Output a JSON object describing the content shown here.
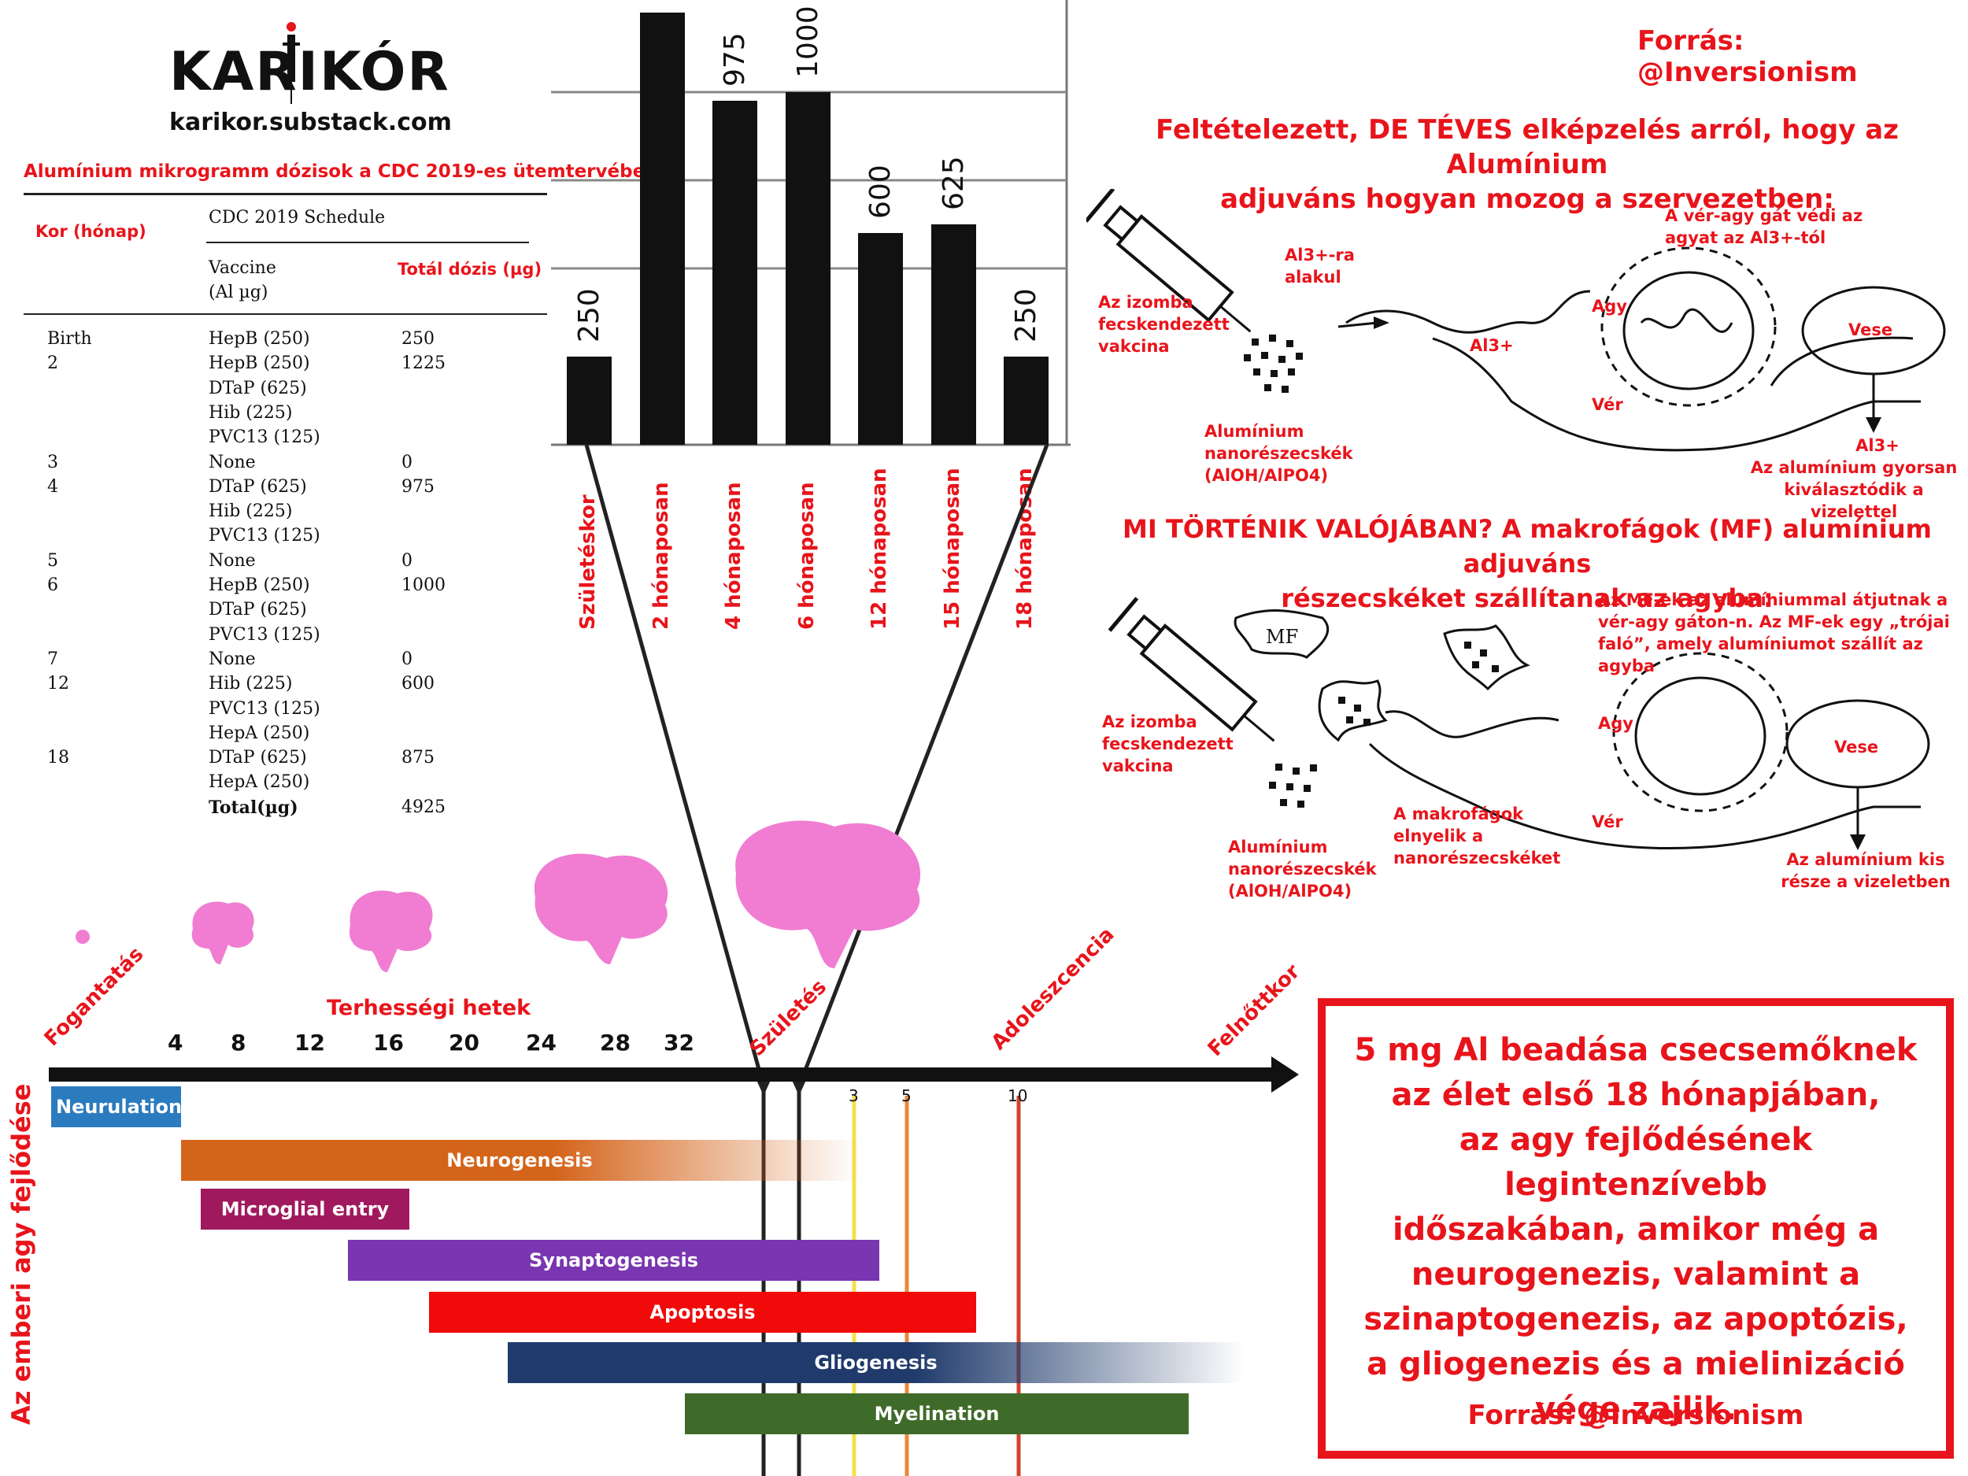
{
  "brand": {
    "title": "KARIKÓR",
    "url": "karikor.substack.com"
  },
  "source_top": "Forrás: @Inversionism",
  "table": {
    "caption": "Alumínium mikrogramm dózisok a CDC 2019-es ütemtervében",
    "col_age": "Kor (hónap)",
    "group_header": "CDC 2019 Schedule",
    "col_vaccine_line1": "Vaccine",
    "col_vaccine_line2": "(Al µg)",
    "col_total": "Totál dózis (µg)",
    "rows": [
      {
        "age": "Birth",
        "vaccines": [
          "HepB (250)"
        ],
        "total": "250"
      },
      {
        "age": "2",
        "vaccines": [
          "HepB (250)",
          "DTaP (625)",
          "Hib (225)",
          "PVC13 (125)"
        ],
        "total": "1225"
      },
      {
        "age": "3",
        "vaccines": [
          "None"
        ],
        "total": "0"
      },
      {
        "age": "4",
        "vaccines": [
          "DTaP (625)",
          "Hib (225)",
          "PVC13 (125)"
        ],
        "total": "975"
      },
      {
        "age": "5",
        "vaccines": [
          "None"
        ],
        "total": "0"
      },
      {
        "age": "6",
        "vaccines": [
          "HepB (250)",
          "DTaP (625)",
          "PVC13 (125)"
        ],
        "total": "1000"
      },
      {
        "age": "7",
        "vaccines": [
          "None"
        ],
        "total": "0"
      },
      {
        "age": "12",
        "vaccines": [
          "Hib (225)",
          "PVC13 (125)",
          "HepA (250)"
        ],
        "total": "600"
      },
      {
        "age": "18",
        "vaccines": [
          "DTaP (625)",
          "HepA (250)"
        ],
        "total": "875"
      }
    ],
    "total_label": "Total(µg)",
    "total_value": "4925"
  },
  "chart_data": {
    "type": "bar",
    "categories": [
      "Születéskor",
      "2 hónaposan",
      "4 hónaposan",
      "6 hónaposan",
      "12 hónaposan",
      "15 hónaposan",
      "18 hónaposan"
    ],
    "values": [
      250,
      1225,
      975,
      1000,
      600,
      625,
      250
    ],
    "value_labels": [
      "250",
      "",
      "975",
      "1000",
      "600",
      "625",
      "250"
    ],
    "ylim": [
      0,
      1250
    ],
    "gridlines": [
      500,
      750,
      1000
    ],
    "bar_color": "#111111",
    "label_color": "#e8141b"
  },
  "diagram1": {
    "title_line1": "Feltételezett, DE TÉVES elképzelés arról, hogy az Alumínium",
    "title_line2": "adjuváns hogyan mozog a szervezetben:",
    "injection": "Az izomba fecskendezett vakcina",
    "al3_forms": "Al3+-ra alakul",
    "bbb": "A vér-agy gát védi az agyat az Al3+-tól",
    "brain": "Agy",
    "kidney": "Vese",
    "al3": "Al3+",
    "blood": "Vér",
    "nanoparticles": "Alumínium nanorészecskék (AlOH/AlPO4)",
    "excretion_title": "Al3+",
    "excretion": "Az alumínium gyorsan kiválasztódik a vizelettel"
  },
  "diagram2": {
    "title_line1": "MI TÖRTÉNIK VALÓJÁBAN? A makrofágok (MF) alumínium adjuváns",
    "title_line2": "részecskéket szállítanak az agyba:",
    "mf": "MF",
    "mf_note": "Az MF-ek az alumíniummal átjutnak a vér-agy gáton-n. Az MF-ek egy „trójai faló”, amely alumíniumot szállít az agyba",
    "injection": "Az izomba fecskendezett vakcina",
    "brain": "Agy",
    "kidney": "Vese",
    "blood": "Vér",
    "macrophage": "A makrofágok elnyelik a nanorészecskéket",
    "nanoparticles": "Alumínium nanorészecskék (AlOH/AlPO4)",
    "urine": "Az alumínium kis része a vizeletben"
  },
  "timeline": {
    "y_label": "Az emberi agy fejlődése",
    "conception": "Fogantatás",
    "weeks_label": "Terhességi hetek",
    "weeks": [
      "4",
      "8",
      "12",
      "16",
      "20",
      "24",
      "28",
      "32"
    ],
    "birth": "Születés",
    "adolescence": "Adoleszcencia",
    "adulthood": "Felnőttkor",
    "year_marks": [
      "3",
      "5",
      "10"
    ],
    "bars": [
      {
        "label": "Neurulation",
        "color": "#2b7bbf"
      },
      {
        "label": "Neurogenesis",
        "color": "#d4641a"
      },
      {
        "label": "Microglial entry",
        "color": "#a0195e"
      },
      {
        "label": "Synaptogenesis",
        "color": "#7a35b0"
      },
      {
        "label": "Apoptosis",
        "color": "#f00a0a"
      },
      {
        "label": "Gliogenesis",
        "color": "#1f3a6b"
      },
      {
        "label": "Myelination",
        "color": "#3f6b2a"
      }
    ]
  },
  "box": {
    "lines": [
      "5 mg Al beadása csecsemőknek",
      "az élet első 18 hónapjában,",
      "az agy fejlődésének legintenzívebb",
      "időszakában, amikor még a",
      "neurogenezis, valamint a",
      "szinaptogenezis, az apoptózis,",
      "a gliogenezis és a mielinizáció",
      "vége zajlik."
    ],
    "source": "Forrás: @Inversionism"
  }
}
